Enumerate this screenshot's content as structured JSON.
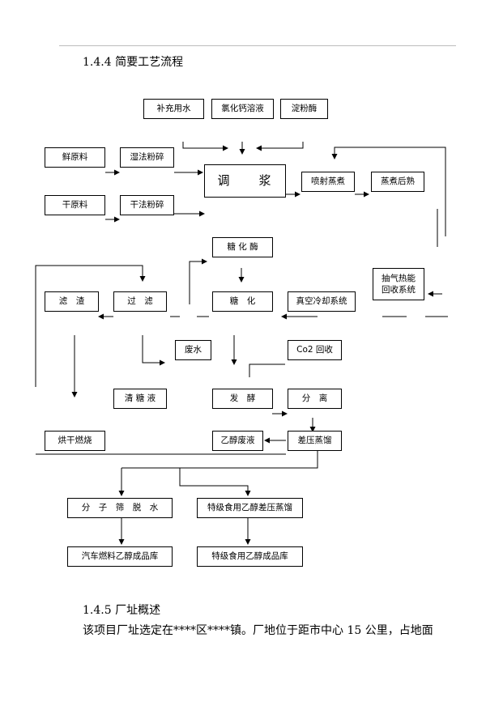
{
  "section_heading": "1.4.4 简要工艺流程",
  "nodes": {
    "supply_water": "补充用水",
    "cacl2_solution": "氯化钙溶液",
    "amylase": "淀粉酶",
    "fresh_material": "鲜原料",
    "wet_crushing": "湿法粉碎",
    "dry_material": "干原料",
    "dry_crushing": "干法粉碎",
    "mixing": "调　　浆",
    "jet_cooking": "喷射蒸煮",
    "post_cooking": "蒸煮后熟",
    "saccharifying_enzyme": "糖 化 酶",
    "steam_recovery_line1": "抽气热能",
    "steam_recovery_line2": "回收系统",
    "filter_residue": "滤　渣",
    "filtration": "过　滤",
    "saccharification": "糖　化",
    "vacuum_cooling": "真空冷却系统",
    "wastewater": "废水",
    "co2_recovery": "Co2 回收",
    "clear_sugar": "清 糖 液",
    "fermentation": "发　酵",
    "separation": "分　离",
    "drying_burning": "烘干燃烧",
    "ethanol_waste": "乙醇废液",
    "diff_pressure_distill": "差压蒸馏",
    "molecular_sieve": "分　子　筛　脱　水",
    "food_grade_distill": "特级食用乙醇差压蒸馏",
    "fuel_ethanol_storage": "汽车燃料乙醇成品库",
    "food_ethanol_storage": "特级食用乙醇成品库"
  },
  "site_heading": "1.4.5 厂址概述",
  "site_paragraph": "该项目厂址选定在****区****镇。厂地位于距市中心 15 公里，占地面"
}
